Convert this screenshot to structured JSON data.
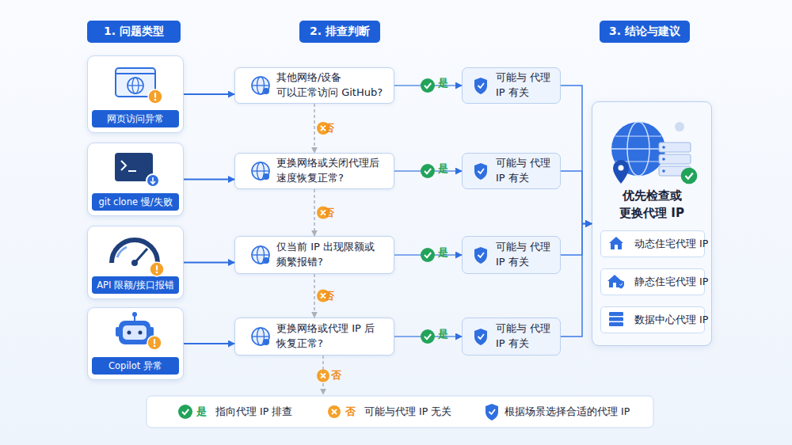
{
  "diagram": {
    "nodes": [
      {
        "text": [
          "1. 问题类型"
        ]
      },
      {
        "text": [
          "2. 排查判断"
        ]
      },
      {
        "text": [
          "3. 结论与建议"
        ]
      },
      {
        "text": [
          "网页访问异常"
        ]
      },
      {
        "text": [
          "git clone 慢/失败"
        ]
      },
      {
        "text": [
          "API 限额/接口报错"
        ]
      },
      {
        "text": [
          "Copilot 异常"
        ]
      },
      {
        "text": [
          "其他网络/设备 可以正常访问 GitHub?"
        ]
      },
      {
        "text": [
          "更换网络或关闭代理后 速度恢复正常?"
        ]
      },
      {
        "text": [
          "仅当前 IP 出现限额或 频繁报错?"
        ]
      },
      {
        "text": [
          "更换网络或代理 IP 后 恢复正常?"
        ]
      },
      {
        "text": [
          "可能与 代理 IP 有关"
        ]
      },
      {
        "text": [
          "可能与 代理 IP 有关"
        ]
      },
      {
        "text": [
          "可能与 代理 IP 有关"
        ]
      },
      {
        "text": [
          "可能与 代理 IP 有关"
        ]
      },
      {
        "text": [
          "优先检查或 更换代理 IP"
        ]
      },
      {
        "text": [
          "动态住宅代理 IP"
        ],
        "in": 15
      },
      {
        "text": [
          "静态住宅代理 IP"
        ],
        "in": 15
      },
      {
        "text": [
          "数据中心代理 IP"
        ],
        "in": 15
      }
    ],
    "edges": [
      {
        "from": 3,
        "to": 7,
        "arrow": "to"
      },
      {
        "from": 4,
        "to": 8,
        "arrow": "to"
      },
      {
        "from": 5,
        "to": 9,
        "arrow": "to"
      },
      {
        "from": 6,
        "to": 10,
        "arrow": "to"
      },
      {
        "from": 7,
        "to": 11,
        "label": "是",
        "arrow": "to"
      },
      {
        "from": 8,
        "to": 12,
        "label": "是",
        "arrow": "to"
      },
      {
        "from": 9,
        "to": 13,
        "label": "是",
        "arrow": "to"
      },
      {
        "from": 10,
        "to": 14,
        "label": "是",
        "arrow": "to"
      },
      {
        "from": 7,
        "to": 8,
        "label": "否",
        "arrow": "to"
      },
      {
        "from": 8,
        "to": 9,
        "label": "否",
        "arrow": "to"
      },
      {
        "from": 9,
        "to": 10,
        "label": "否",
        "arrow": "to"
      },
      {
        "from": 11,
        "to": 15,
        "arrow": "to"
      },
      {
        "from": 12,
        "to": 15,
        "arrow": "to"
      },
      {
        "from": 13,
        "to": 15,
        "arrow": "to"
      },
      {
        "from": 14,
        "to": 15,
        "arrow": "to"
      }
    ],
    "labels": [
      "否",
      "是",
      "否"
    ],
    "legend": [
      {
        "text": "指向代理 IP 排查"
      },
      {
        "text": "可能与代理 IP 无关"
      },
      {
        "text": "根据场景选择合适的代理 IP"
      }
    ]
  }
}
